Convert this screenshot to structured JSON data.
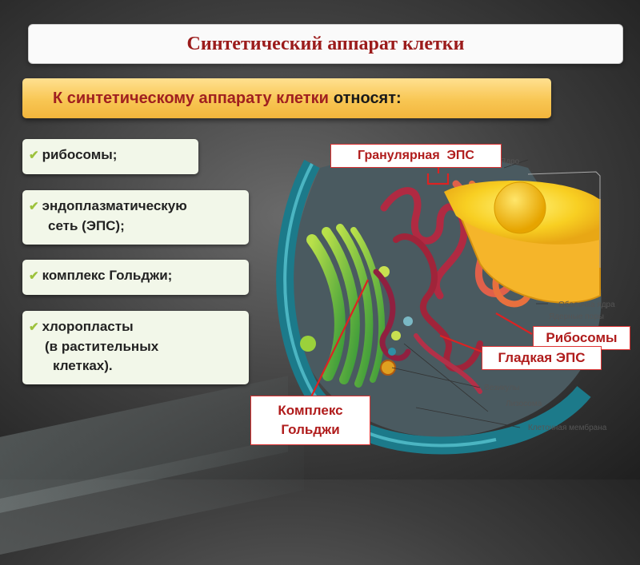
{
  "title": "Синтетический аппарат клетки",
  "subtitle": {
    "main": "К синтетическому аппарату клетки",
    "tail": "относят:"
  },
  "items": [
    {
      "check": "✔",
      "lines": [
        "рибосомы;"
      ]
    },
    {
      "check": "✔",
      "lines": [
        "эндоплазматическую",
        "сеть (ЭПС);"
      ]
    },
    {
      "check": "✔",
      "lines": [
        "комплекс Гольджи;"
      ]
    },
    {
      "check": "✔",
      "lines": [
        "хлоропласты",
        "(в растительных",
        "клетках)."
      ]
    }
  ],
  "callouts": {
    "granular_er": "Гранулярная  ЭПС",
    "ribosomes": "Рибосомы",
    "smooth_er": "Гладкая ЭПС",
    "golgi_line1": "Комплекс",
    "golgi_line2": "Гольджи"
  },
  "diagram_labels": {
    "nucleus": "Ядро",
    "nuclear_envelope": "Оболочка ядра",
    "nuclear_pores": "Ядерные поры",
    "vesicles": "Везикулы",
    "lysosome": "Лизосома",
    "cell_membrane": "Клеточная мембрана"
  },
  "colors": {
    "title_text": "#9b1b1b",
    "subtitle_bg": "#f8c653",
    "item_bg": "#f2f7e9",
    "check": "#9dc23c",
    "callout_border": "#dd3333",
    "callout_text": "#b01c1c"
  }
}
